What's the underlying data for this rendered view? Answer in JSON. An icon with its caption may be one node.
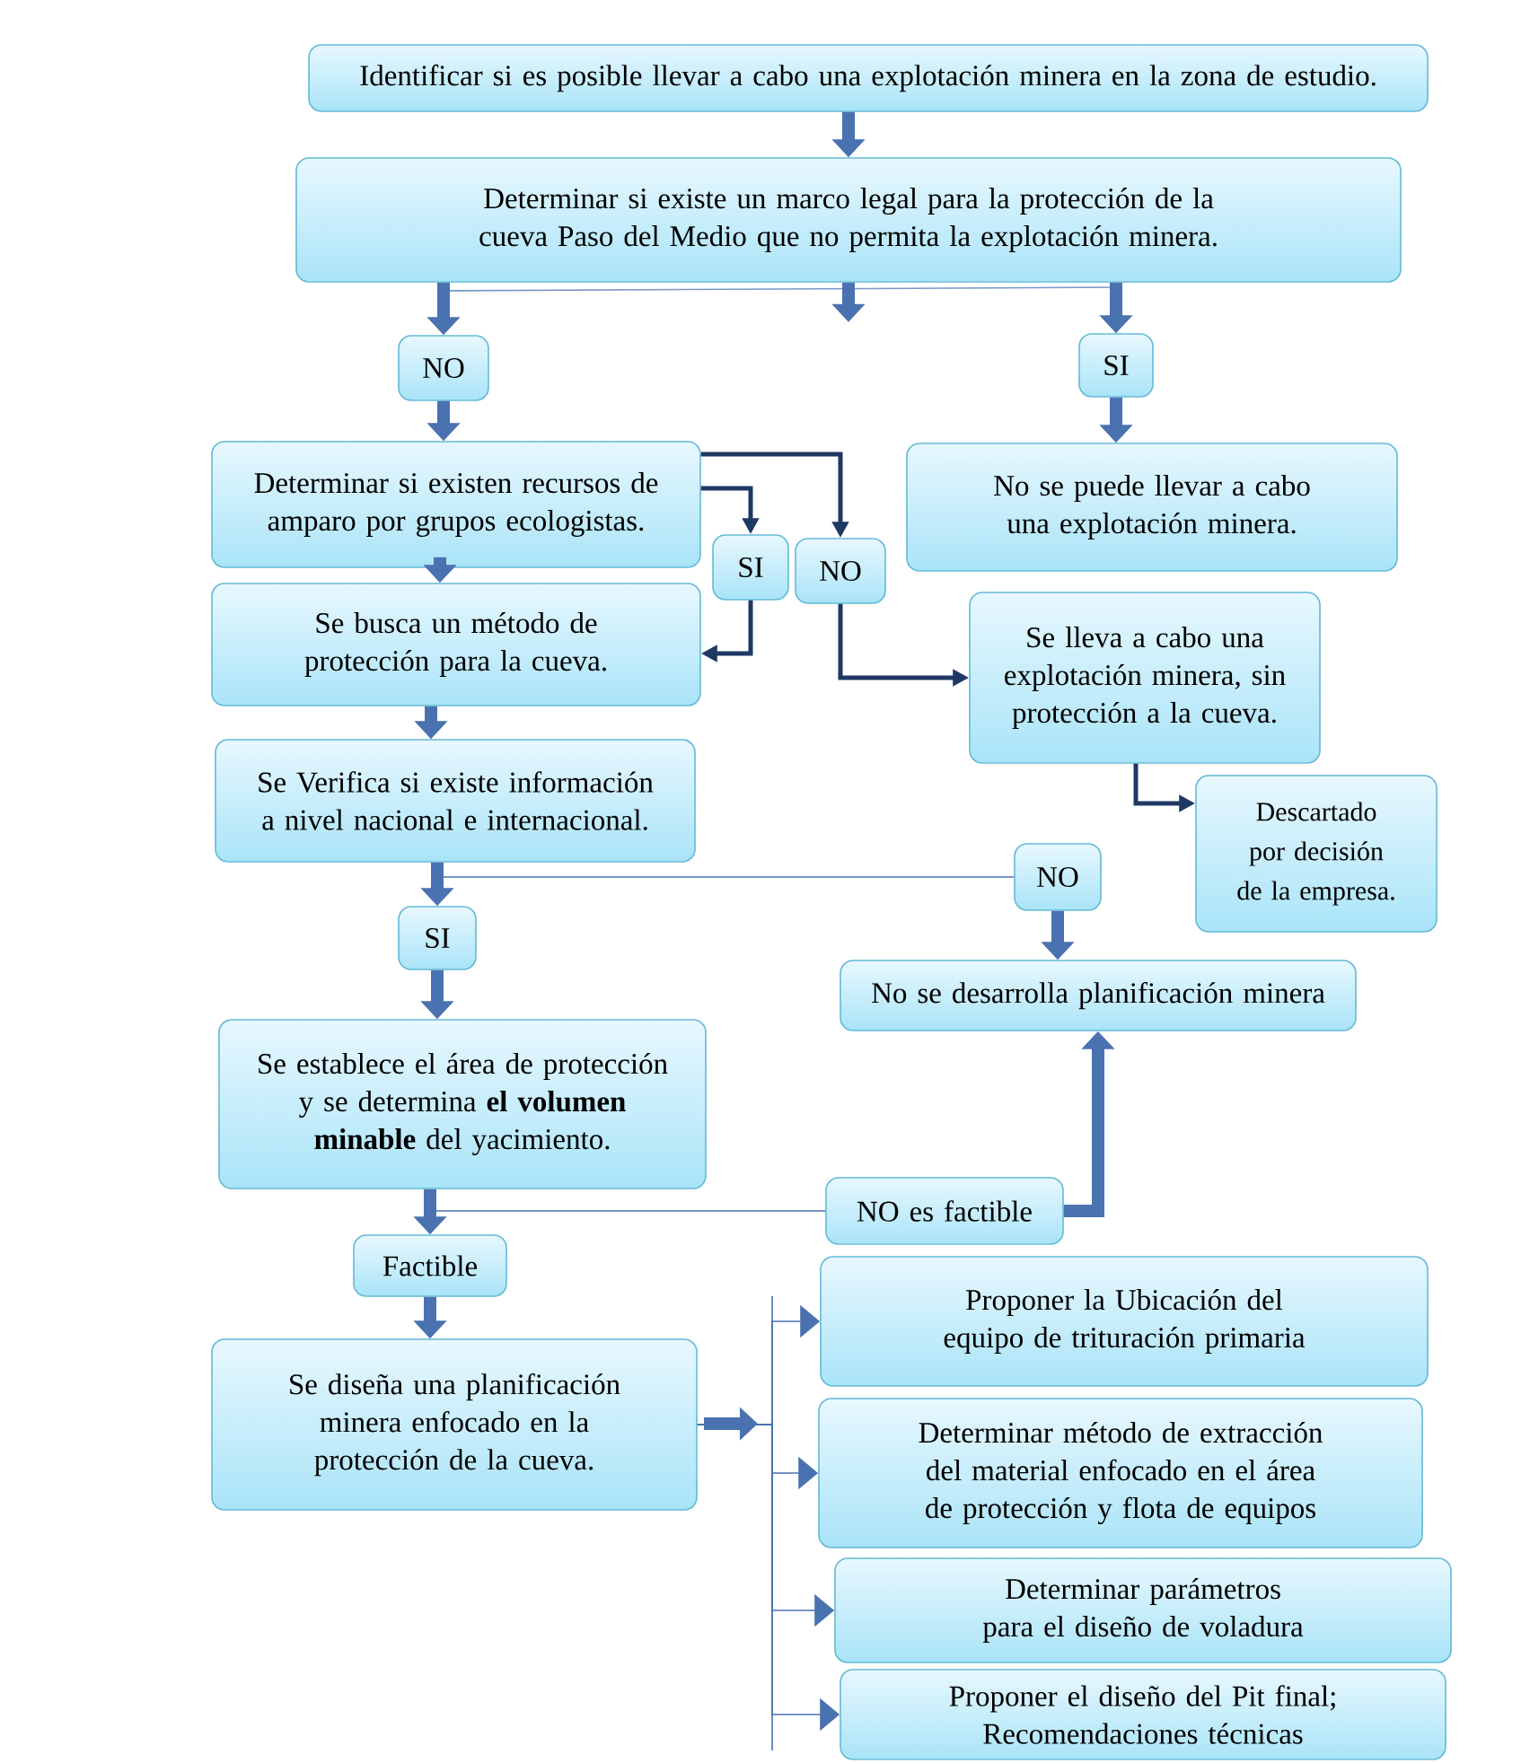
{
  "diagram": {
    "nodes": [
      {
        "text": [
          "Identificar si es posible llevar a cabo una explotación minera en la zona de estudio."
        ]
      },
      {
        "text": [
          "Determinar si existe un marco legal para la protección de la cueva Paso del Medio que no permita la explotación minera."
        ]
      },
      {
        "text": [
          "NO"
        ]
      },
      {
        "text": [
          "SI"
        ]
      },
      {
        "text": [
          "Determinar si existen recursos de amparo por grupos ecologistas."
        ]
      },
      {
        "text": [
          "No se puede llevar a cabo una explotación minera."
        ]
      },
      {
        "text": [
          "SI"
        ]
      },
      {
        "text": [
          "NO"
        ]
      },
      {
        "text": [
          "Se busca un método de protección para la cueva."
        ]
      },
      {
        "text": [
          "Se lleva a cabo una explotación minera, sin protección a la cueva."
        ]
      },
      {
        "text": [
          "Se Verifica si existe información a nivel nacional e internacional."
        ]
      },
      {
        "text": [
          "Descartado por decisión de la empresa."
        ]
      },
      {
        "text": [
          "NO"
        ]
      },
      {
        "text": [
          "SI"
        ]
      },
      {
        "text": [
          "No se desarrolla planificación minera"
        ]
      },
      {
        "text": [
          "Se establece el área de protección y se determina **el volumen minable** del yacimiento."
        ]
      },
      {
        "text": [
          "NO es factible"
        ]
      },
      {
        "text": [
          "Factible"
        ]
      },
      {
        "text": [
          "Se diseña una planificación minera enfocado en la protección de la cueva."
        ]
      },
      {
        "text": [
          "Proponer la Ubicación del equipo de trituración primaria"
        ]
      },
      {
        "text": [
          "Determinar método de extracción del material enfocado en el área de protección y flota de equipos"
        ]
      },
      {
        "text": [
          "Determinar parámetros para el diseño de voladura"
        ]
      },
      {
        "text": [
          "Proponer el diseño del Pit final; Recomendaciones técnicas"
        ]
      }
    ],
    "edges": [
      {
        "from": 0,
        "to": 1,
        "arrow": "to"
      },
      {
        "from": 1,
        "to": 2,
        "arrow": "to"
      },
      {
        "from": 1,
        "to": null,
        "arrow": "to"
      },
      {
        "from": 1,
        "to": 3,
        "arrow": "to"
      },
      {
        "from": 2,
        "to": 4,
        "arrow": "to"
      },
      {
        "from": 3,
        "to": 5,
        "arrow": "to"
      },
      {
        "from": 4,
        "to": 8,
        "arrow": "to"
      },
      {
        "from": 4,
        "to": 6,
        "arrow": "to",
        "color": "#1f3864"
      },
      {
        "from": 4,
        "to": 7,
        "arrow": "to",
        "color": "#1f3864"
      },
      {
        "from": 6,
        "to": 8,
        "arrow": "to",
        "color": "#1f3864"
      },
      {
        "from": 7,
        "to": 9,
        "arrow": "to",
        "color": "#1f3864"
      },
      {
        "from": 9,
        "to": 11,
        "arrow": "to",
        "color": "#1f3864"
      },
      {
        "from": 8,
        "to": 10,
        "arrow": "to"
      },
      {
        "from": 10,
        "to": 13,
        "arrow": "to"
      },
      {
        "from": 10,
        "to": 12,
        "arrow": "none"
      },
      {
        "from": 12,
        "to": 14,
        "arrow": "to"
      },
      {
        "from": 13,
        "to": 15,
        "arrow": "to"
      },
      {
        "from": 15,
        "to": 17,
        "arrow": "to"
      },
      {
        "from": 15,
        "to": 16,
        "arrow": "none"
      },
      {
        "from": 16,
        "to": 14,
        "arrow": "to"
      },
      {
        "from": 17,
        "to": 18,
        "arrow": "to"
      },
      {
        "from": 18,
        "to": 19,
        "arrow": "to"
      },
      {
        "from": 18,
        "to": 20,
        "arrow": "to"
      },
      {
        "from": 18,
        "to": 21,
        "arrow": "to"
      },
      {
        "from": 18,
        "to": 22,
        "arrow": "to"
      }
    ]
  }
}
